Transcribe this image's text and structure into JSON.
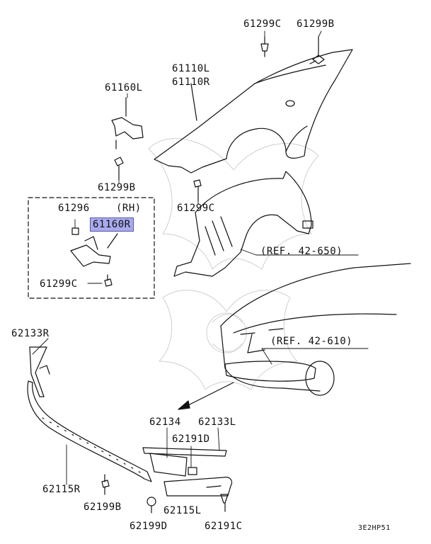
{
  "diagram_code": "3E2HP51",
  "highlight_color": "#a9a9ee",
  "rh_box": {
    "side_label": "(RH)",
    "parts": [
      "61296",
      "61160R",
      "61299C"
    ],
    "highlighted_part": "61160R"
  },
  "labels": {
    "p61299C_top": "61299C",
    "p61299B_top": "61299B",
    "p61110L": "61110L",
    "p61110R": "61110R",
    "p61160L": "61160L",
    "p61299B_mid": "61299B",
    "p61299C_mid": "61299C",
    "p61296": "61296",
    "rh": "(RH)",
    "p61160R": "61160R",
    "p61299C_box": "61299C",
    "ref_650": "(REF. 42-650)",
    "ref_610": "(REF. 42-610)",
    "p62133R": "62133R",
    "p62134": "62134",
    "p62133L": "62133L",
    "p62191D": "62191D",
    "p62115R": "62115R",
    "p62199B": "62199B",
    "p62115L": "62115L",
    "p62199D": "62199D",
    "p62191C": "62191C"
  }
}
